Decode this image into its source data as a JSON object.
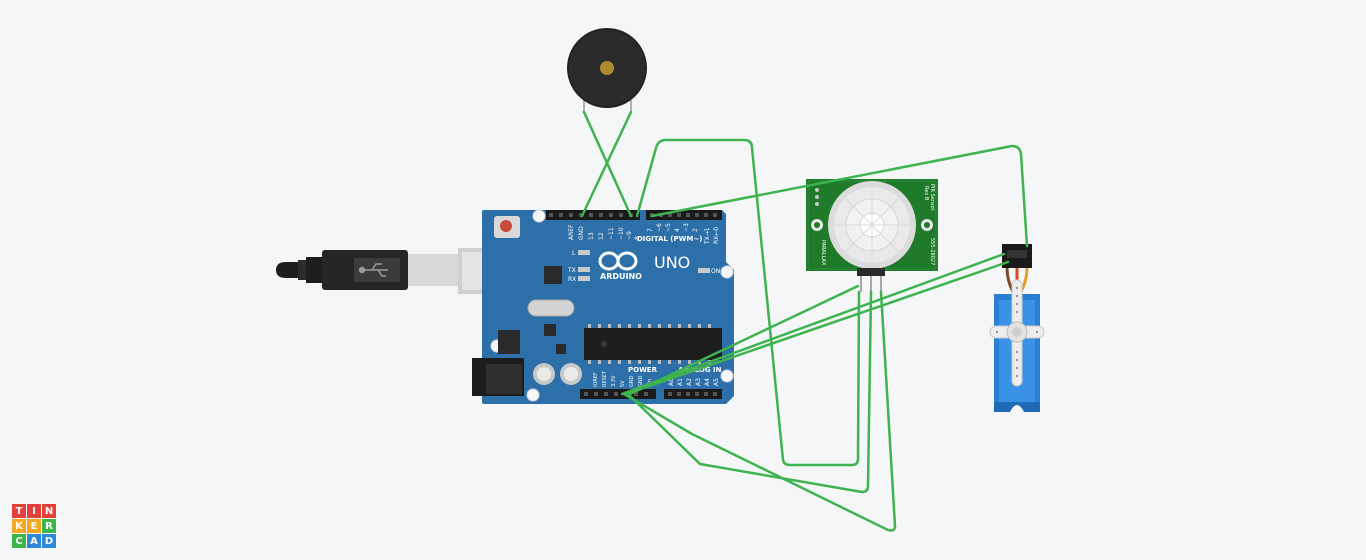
{
  "arduino": {
    "brand": "ARDUINO",
    "model": "UNO",
    "digital_label": "DIGITAL (PWM~)",
    "power_label": "POWER",
    "analog_label": "ANALOG IN",
    "on_label": "ON",
    "led_l": "L",
    "led_tx": "TX",
    "led_rx": "RX",
    "top_pins": [
      "AREF",
      "GND",
      "13",
      "12",
      "~11",
      "~10",
      "~9",
      "8",
      "7",
      "~6",
      "~5",
      "4",
      "~3",
      "2",
      "TX→1",
      "RX←0"
    ],
    "power_pins": [
      "IOREF",
      "RESET",
      "3.3V",
      "5V",
      "GND",
      "GND",
      "Vin"
    ],
    "analog_pins": [
      "A0",
      "A1",
      "A2",
      "A3",
      "A4",
      "A5"
    ]
  },
  "pir_sensor": {
    "brand": "PARALLAX",
    "title": "PIR Sensor",
    "rev": "Rev B",
    "part": "555-28027"
  },
  "logo": {
    "letters": [
      "T",
      "I",
      "N",
      "K",
      "E",
      "R",
      "C",
      "A",
      "D"
    ],
    "colors": [
      "#e2403b",
      "#e2403b",
      "#e2403b",
      "#f5a623",
      "#f5a623",
      "#f5a623",
      "#3cb54a",
      "#2d88d9",
      "#2d88d9"
    ]
  },
  "colors": {
    "wire": "#3fb34f",
    "board": "#2d6fa8",
    "pir_pcb": "#1f7a2a",
    "servo": "#2a7fd4"
  }
}
